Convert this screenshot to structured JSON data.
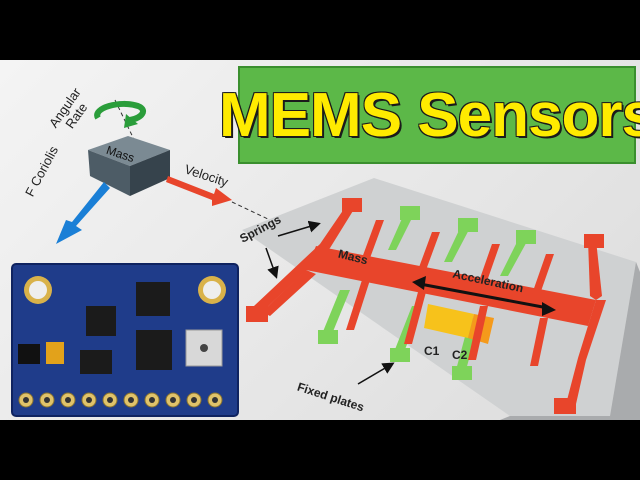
{
  "title": "MEMS Sensors",
  "gyro": {
    "angular_rate": "Angular Rate",
    "mass": "Mass",
    "velocity": "Velocity",
    "coriolis": "F Coriolis"
  },
  "accel": {
    "springs": "Springs",
    "mass": "Mass",
    "acceleration": "Acceleration",
    "c1": "C1",
    "c2": "C2",
    "fixed_plates": "Fixed plates"
  },
  "colors": {
    "banner": "#5cb848",
    "title": "#ffeb00",
    "mass_structure": "#e8452b",
    "fixed_plate": "#7ed35a",
    "capacitor_c1": "#f7c21b",
    "capacitor_c2": "#f59a1b",
    "pcb": "#1f3c8a",
    "coriolis_arrow": "#1a7fd6",
    "velocity_arrow": "#e8452b",
    "rotation_arrow": "#2a9d3a"
  }
}
